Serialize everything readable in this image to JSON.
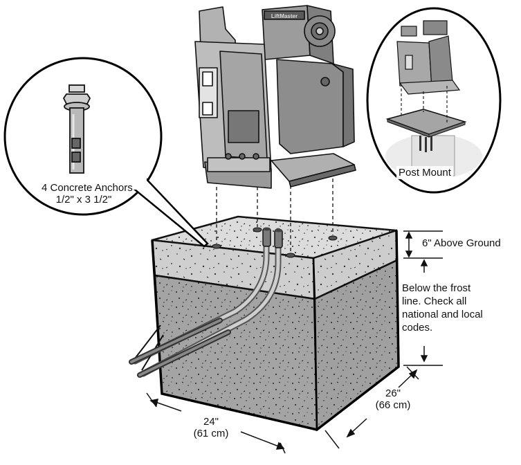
{
  "labels": {
    "anchors_line1": "4 Concrete Anchors",
    "anchors_line2": "1/2\" x 3 1/2\"",
    "post_mount": "Post Mount",
    "above_ground": "6\" Above Ground",
    "frost_line1": "Below the frost",
    "frost_line2": "line. Check all",
    "frost_line3": "national and local",
    "frost_line4": "codes.",
    "width_in": "24\"",
    "width_cm": "(61 cm)",
    "depth_in": "26\"",
    "depth_cm": "(66 cm)",
    "operator_brand": "LiftMaster"
  },
  "colors": {
    "ink": "#111111",
    "operator_gray": "#a9a9a9",
    "operator_dark": "#6f6f6f",
    "concrete_top": "#d9d9d9",
    "concrete_upper": "#cfcfcf",
    "concrete_lower": "#a2a2a2"
  }
}
